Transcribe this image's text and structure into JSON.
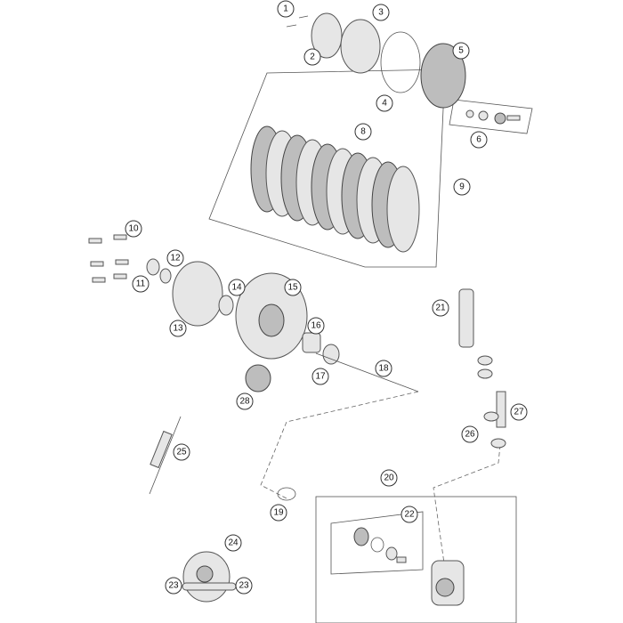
{
  "diagram": {
    "callouts": [
      "1",
      "2",
      "3",
      "4",
      "5",
      "6",
      "8",
      "9",
      "10",
      "11",
      "12",
      "13",
      "14",
      "15",
      "16",
      "17",
      "18",
      "19",
      "20",
      "21",
      "22",
      "23",
      "23",
      "24",
      "25",
      "26",
      "27",
      "28"
    ]
  }
}
